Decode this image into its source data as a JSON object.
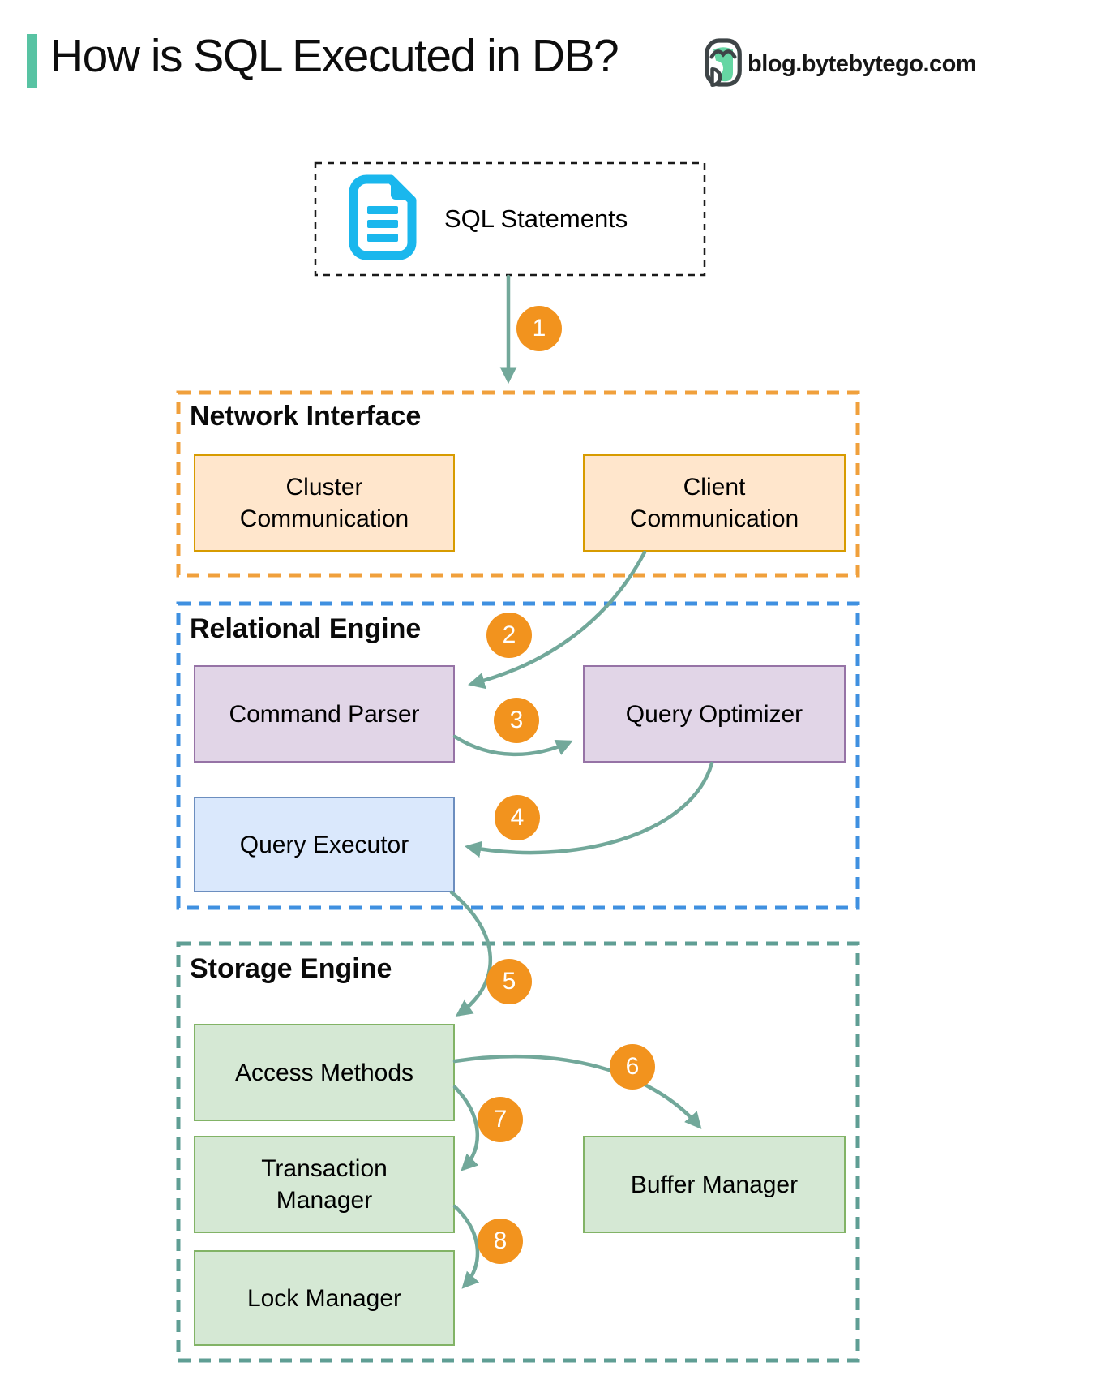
{
  "header": {
    "title": "How is SQL Executed in DB?",
    "brand": "blog.bytebytego.com"
  },
  "diagram": {
    "source_label": "SQL Statements",
    "source_icon": "document-icon",
    "steps": [
      "1",
      "2",
      "3",
      "4",
      "5",
      "6",
      "7",
      "8"
    ],
    "sections": [
      {
        "label": "Network Interface",
        "border_color": "#F0A03C",
        "boxes": [
          "Cluster Communication",
          "Client Communication"
        ]
      },
      {
        "label": "Relational Engine",
        "border_color": "#3F90E0",
        "boxes": [
          "Command Parser",
          "Query Optimizer",
          "Query Executor"
        ]
      },
      {
        "label": "Storage Engine",
        "border_color": "#5F9E94",
        "boxes": [
          "Access Methods",
          "Transaction Manager",
          "Lock Manager",
          "Buffer Manager"
        ]
      }
    ],
    "colors": {
      "arrow": "#72A89A",
      "step_circle": "#F2931E",
      "orange_box_fill": "#FFE6CC",
      "orange_box_border": "#D79B00",
      "purple_box_fill": "#E1D5E7",
      "purple_box_border": "#9673A6",
      "blue_box_fill": "#DAE8FC",
      "blue_box_border": "#6C8EBF",
      "green_box_fill": "#D5E8D4",
      "green_box_border": "#82B366",
      "doc_icon": "#1AB7ED",
      "accent_bar": "#58C3A3"
    }
  }
}
